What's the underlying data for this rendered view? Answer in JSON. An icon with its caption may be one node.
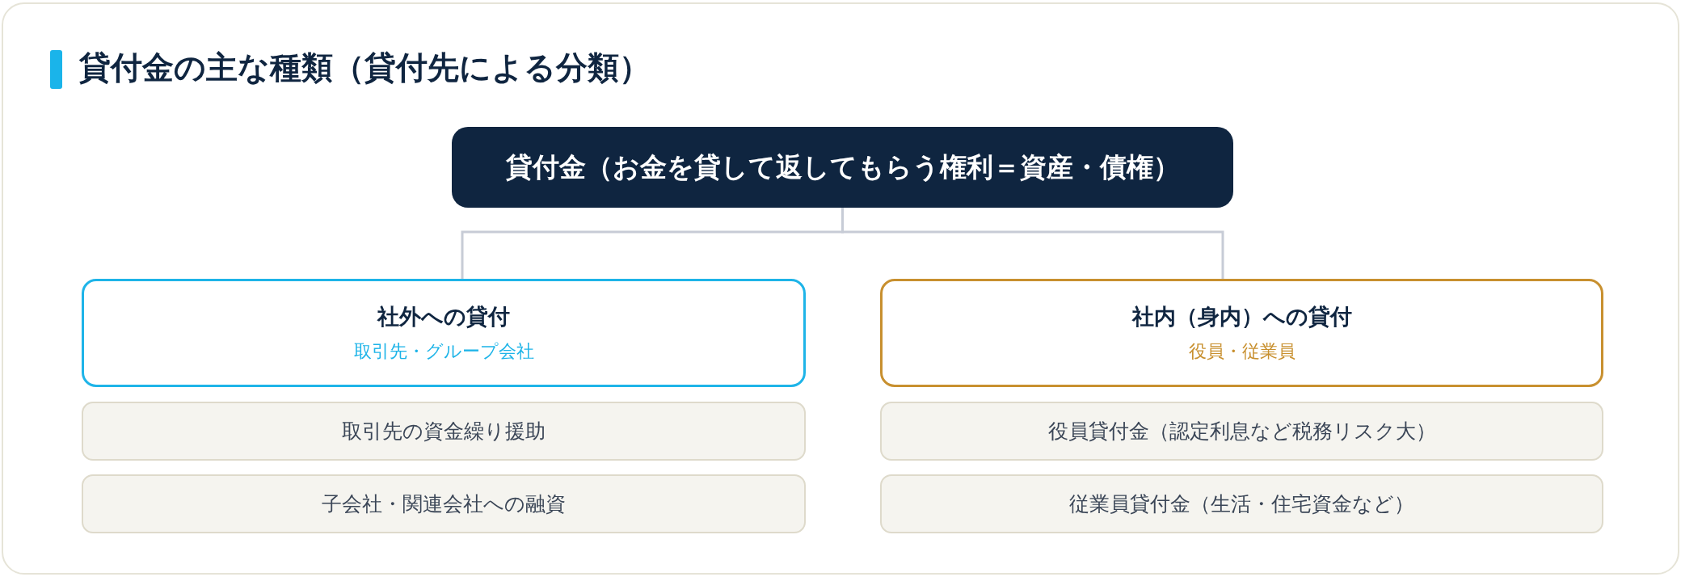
{
  "diagram": {
    "title": "貸付金の主な種類（貸付先による分類）",
    "nodes": [
      {
        "text": [
          "貸付金（お金を貸して返してもらう権利＝資産・債権）"
        ]
      },
      {
        "text": [
          "社外への貸付",
          "取引先・グループ会社"
        ]
      },
      {
        "text": [
          "社内（身内）への貸付",
          "役員・従業員"
        ]
      },
      {
        "text": [
          "取引先の資金繰り援助"
        ]
      },
      {
        "text": [
          "子会社・関連会社への融資"
        ]
      },
      {
        "text": [
          "役員貸付金（認定利息など税務リスク大）"
        ]
      },
      {
        "text": [
          "従業員貸付金（生活・住宅資金など）"
        ]
      }
    ],
    "edges": [
      {
        "from": 0,
        "to": 1,
        "arrow": "none"
      },
      {
        "from": 0,
        "to": 2,
        "arrow": "none"
      }
    ]
  }
}
